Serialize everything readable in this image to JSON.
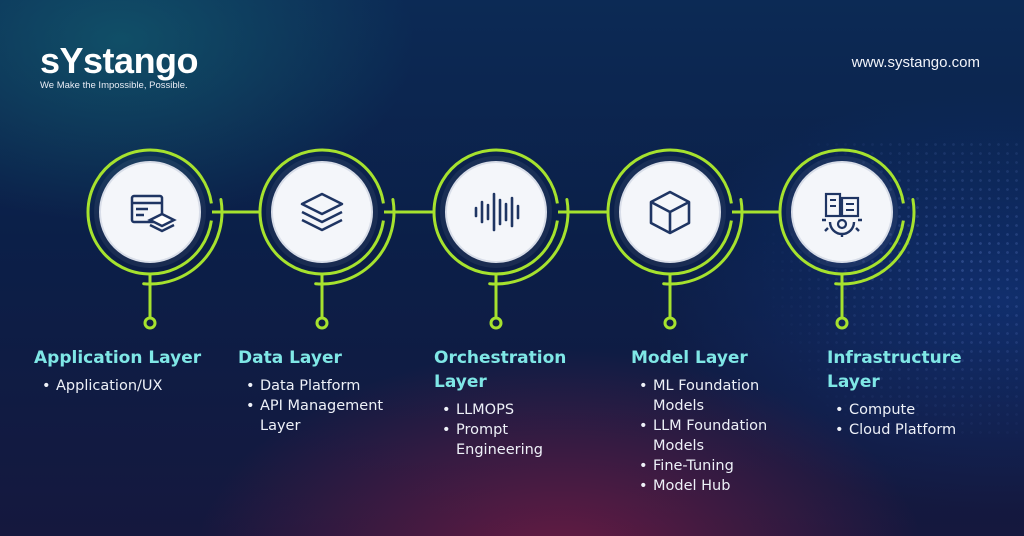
{
  "brand": {
    "name": "sYstango",
    "tagline": "We Make the Impossible, Possible."
  },
  "website": "www.systango.com",
  "colors": {
    "accent_green": "#a6e22e",
    "title_teal": "#7fe7e6",
    "icon_navy": "#1f3563"
  },
  "layers": [
    {
      "title": "Application Layer",
      "icon": "application-ux-icon",
      "items": [
        "Application/UX"
      ]
    },
    {
      "title": "Data Layer",
      "icon": "data-stack-icon",
      "items": [
        "Data Platform",
        "API Management Layer"
      ]
    },
    {
      "title": "Orchestration Layer",
      "icon": "waveform-icon",
      "items": [
        "LLMOPS",
        "Prompt Engineering"
      ]
    },
    {
      "title": "Model Layer",
      "icon": "cube-icon",
      "items": [
        "ML Foundation Models",
        "LLM Foundation Models",
        "Fine-Tuning",
        "Model Hub"
      ]
    },
    {
      "title": "Infrastructure Layer",
      "icon": "infrastructure-building-icon",
      "items": [
        "Compute",
        "Cloud Platform"
      ]
    }
  ]
}
